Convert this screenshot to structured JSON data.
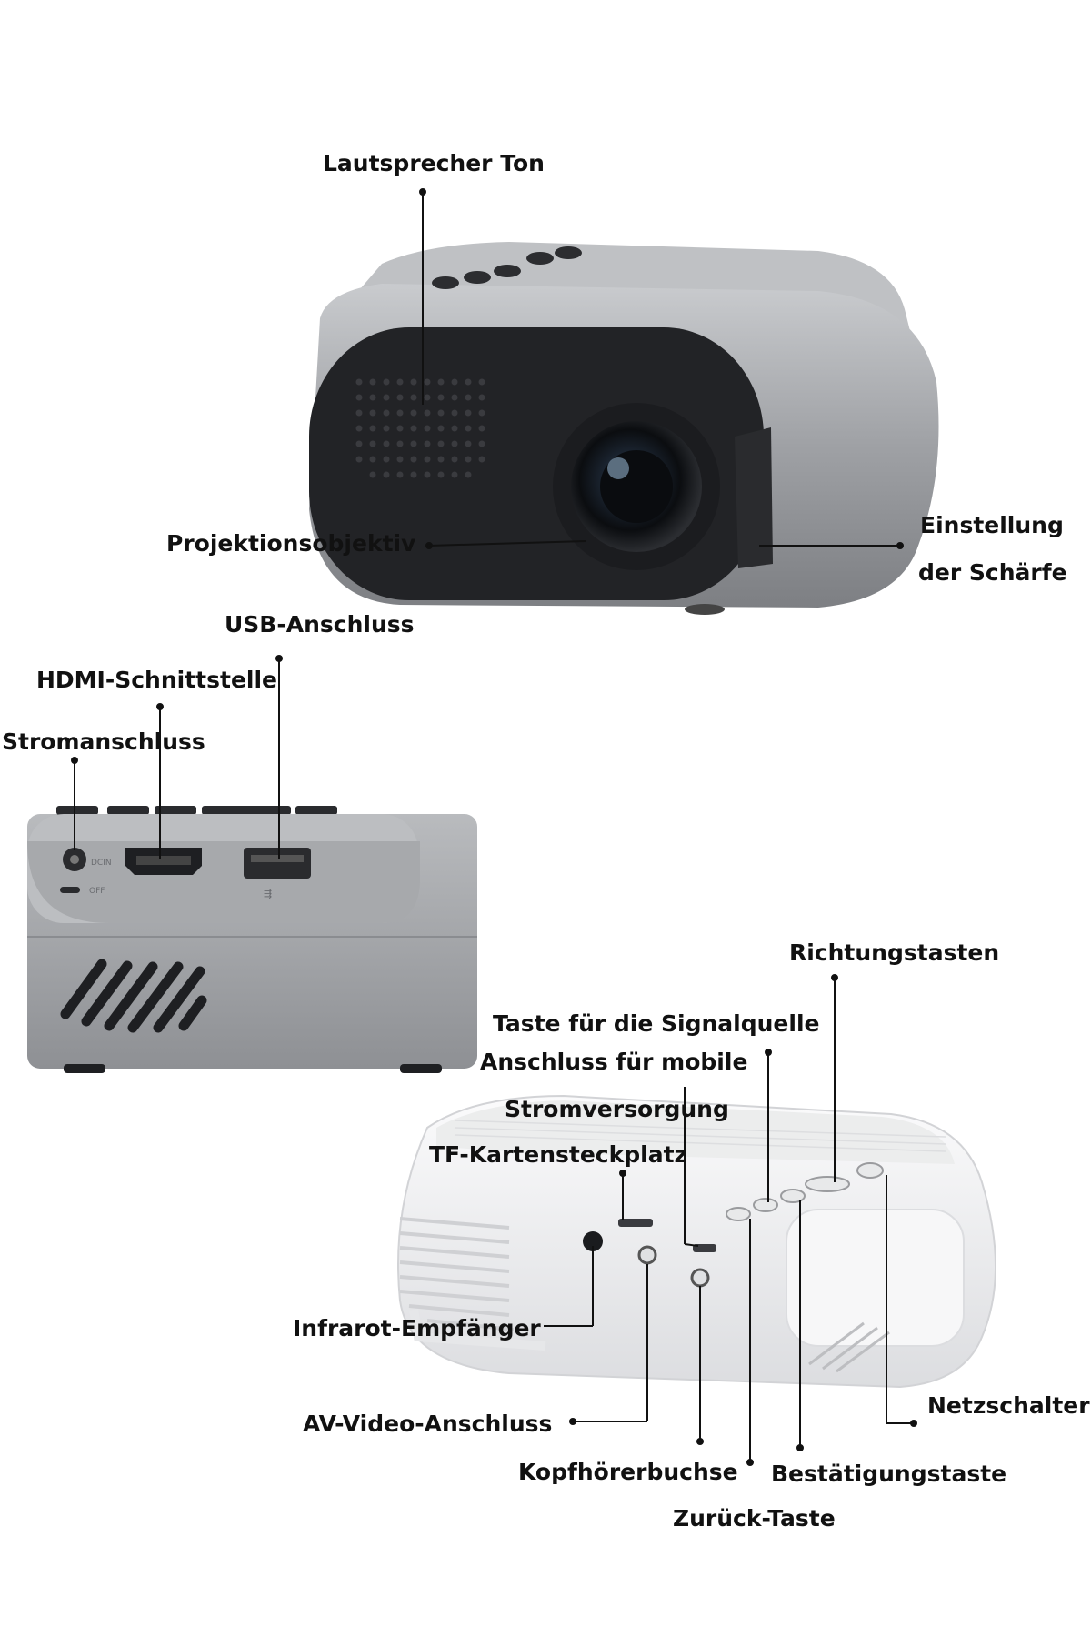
{
  "labels": {
    "lautsprecher": "Lautsprecher Ton",
    "projektionsobjektiv": "Projektionsobjektiv",
    "einstellung_1": "Einstellung",
    "einstellung_2": "der Schärfe",
    "usb": "USB-Anschluss",
    "hdmi": "HDMI-Schnittstelle",
    "strom": "Stromanschluss",
    "richtungstasten": "Richtungstasten",
    "signalquelle": "Taste für die Signalquelle",
    "mobile_1": "Anschluss für mobile",
    "mobile_2": "Stromversorgung",
    "tf": "TF-Kartensteckplatz",
    "infrarot": "Infrarot-Empfänger",
    "av": "AV-Video-Anschluss",
    "kopfhoerer": "Kopfhörerbuchse",
    "netzschalter": "Netzschalter",
    "bestaetigung": "Bestätigungstaste",
    "zurueck": "Zurück-Taste"
  },
  "port_marks": {
    "dcin": "DCIN",
    "off": "OFF"
  },
  "colors": {
    "silver_body": "#a9abae",
    "dark_face": "#232427",
    "white_body": "#f2f3f4",
    "label_text": "#111111"
  }
}
